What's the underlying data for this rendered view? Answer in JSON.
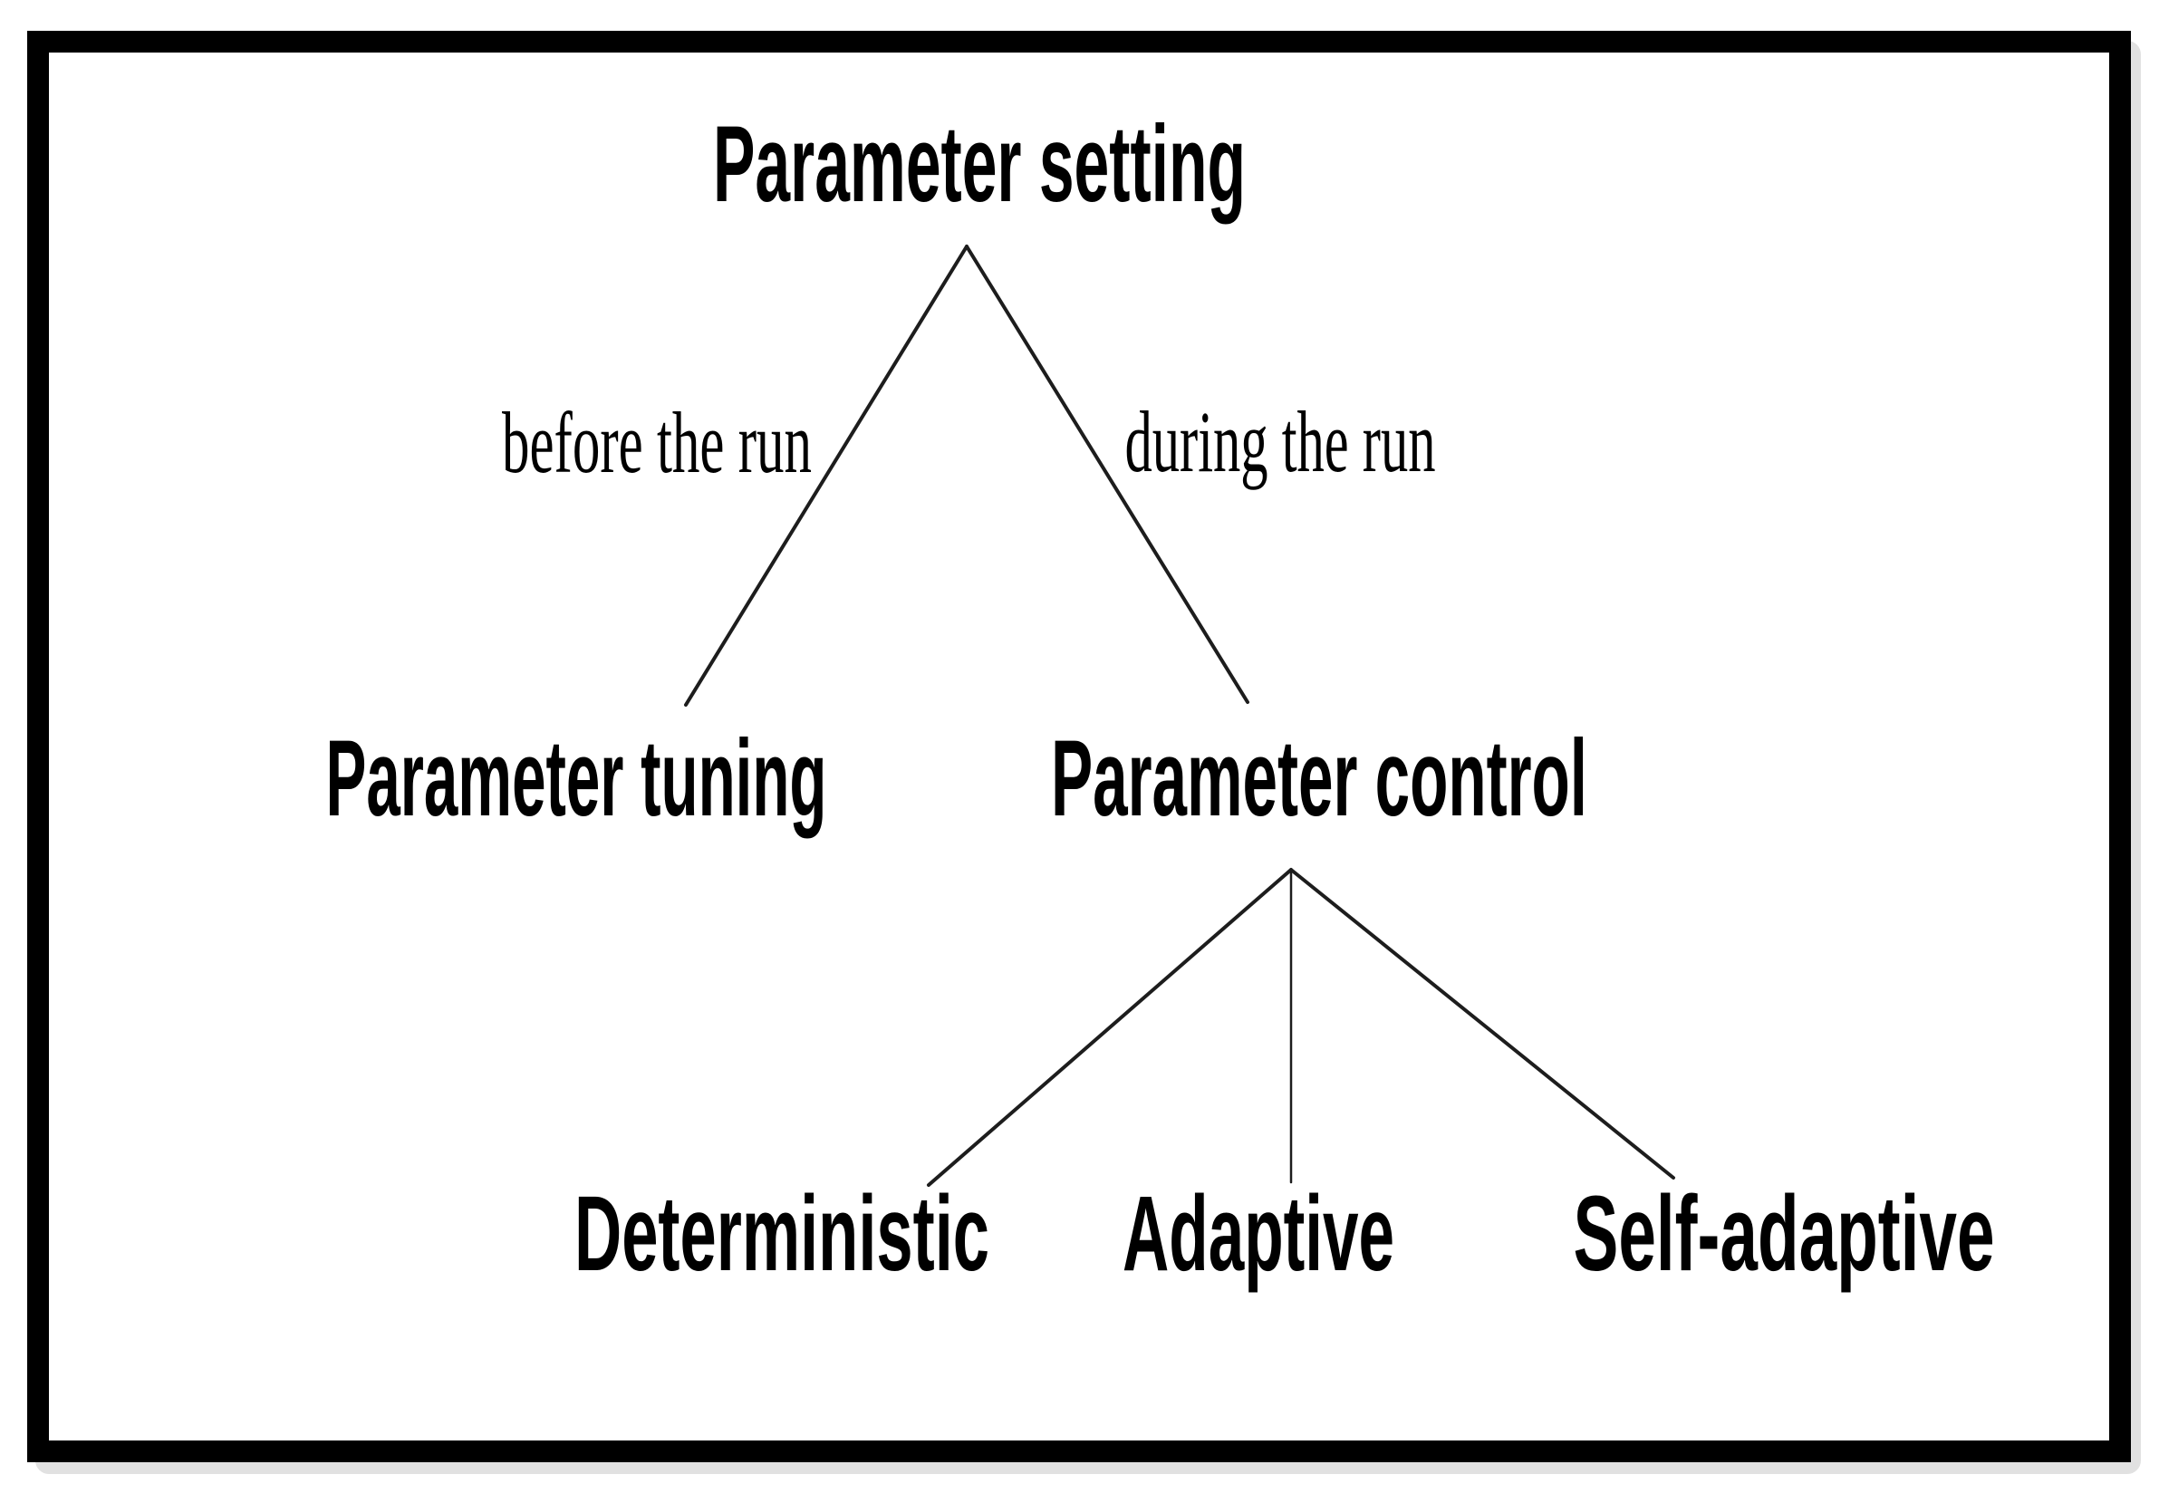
{
  "figure": {
    "background": "#ffffff",
    "frame_color": "#000000",
    "line_color": "#1d1d1d",
    "text_color": "#000000"
  },
  "tree": {
    "root": {
      "label": "Parameter setting"
    },
    "branches": [
      {
        "edge_label": "before the run",
        "node": "Parameter tuning",
        "children": []
      },
      {
        "edge_label": "during the run",
        "node": "Parameter control",
        "children": [
          "Deterministic",
          "Adaptive",
          "Self-adaptive"
        ]
      }
    ]
  }
}
